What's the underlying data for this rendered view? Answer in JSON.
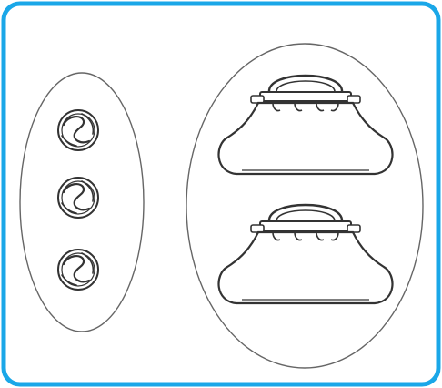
{
  "colors": {
    "frame_border": "#1aa7e8",
    "outline": "#333333",
    "ellipse_stroke": "#666666",
    "background": "#ffffff"
  },
  "groups": [
    {
      "group_name": "ball-group",
      "item_icon": "ball-icon",
      "count": 3
    },
    {
      "group_name": "bag-group",
      "item_icon": "handbag-icon",
      "count": 2
    }
  ]
}
